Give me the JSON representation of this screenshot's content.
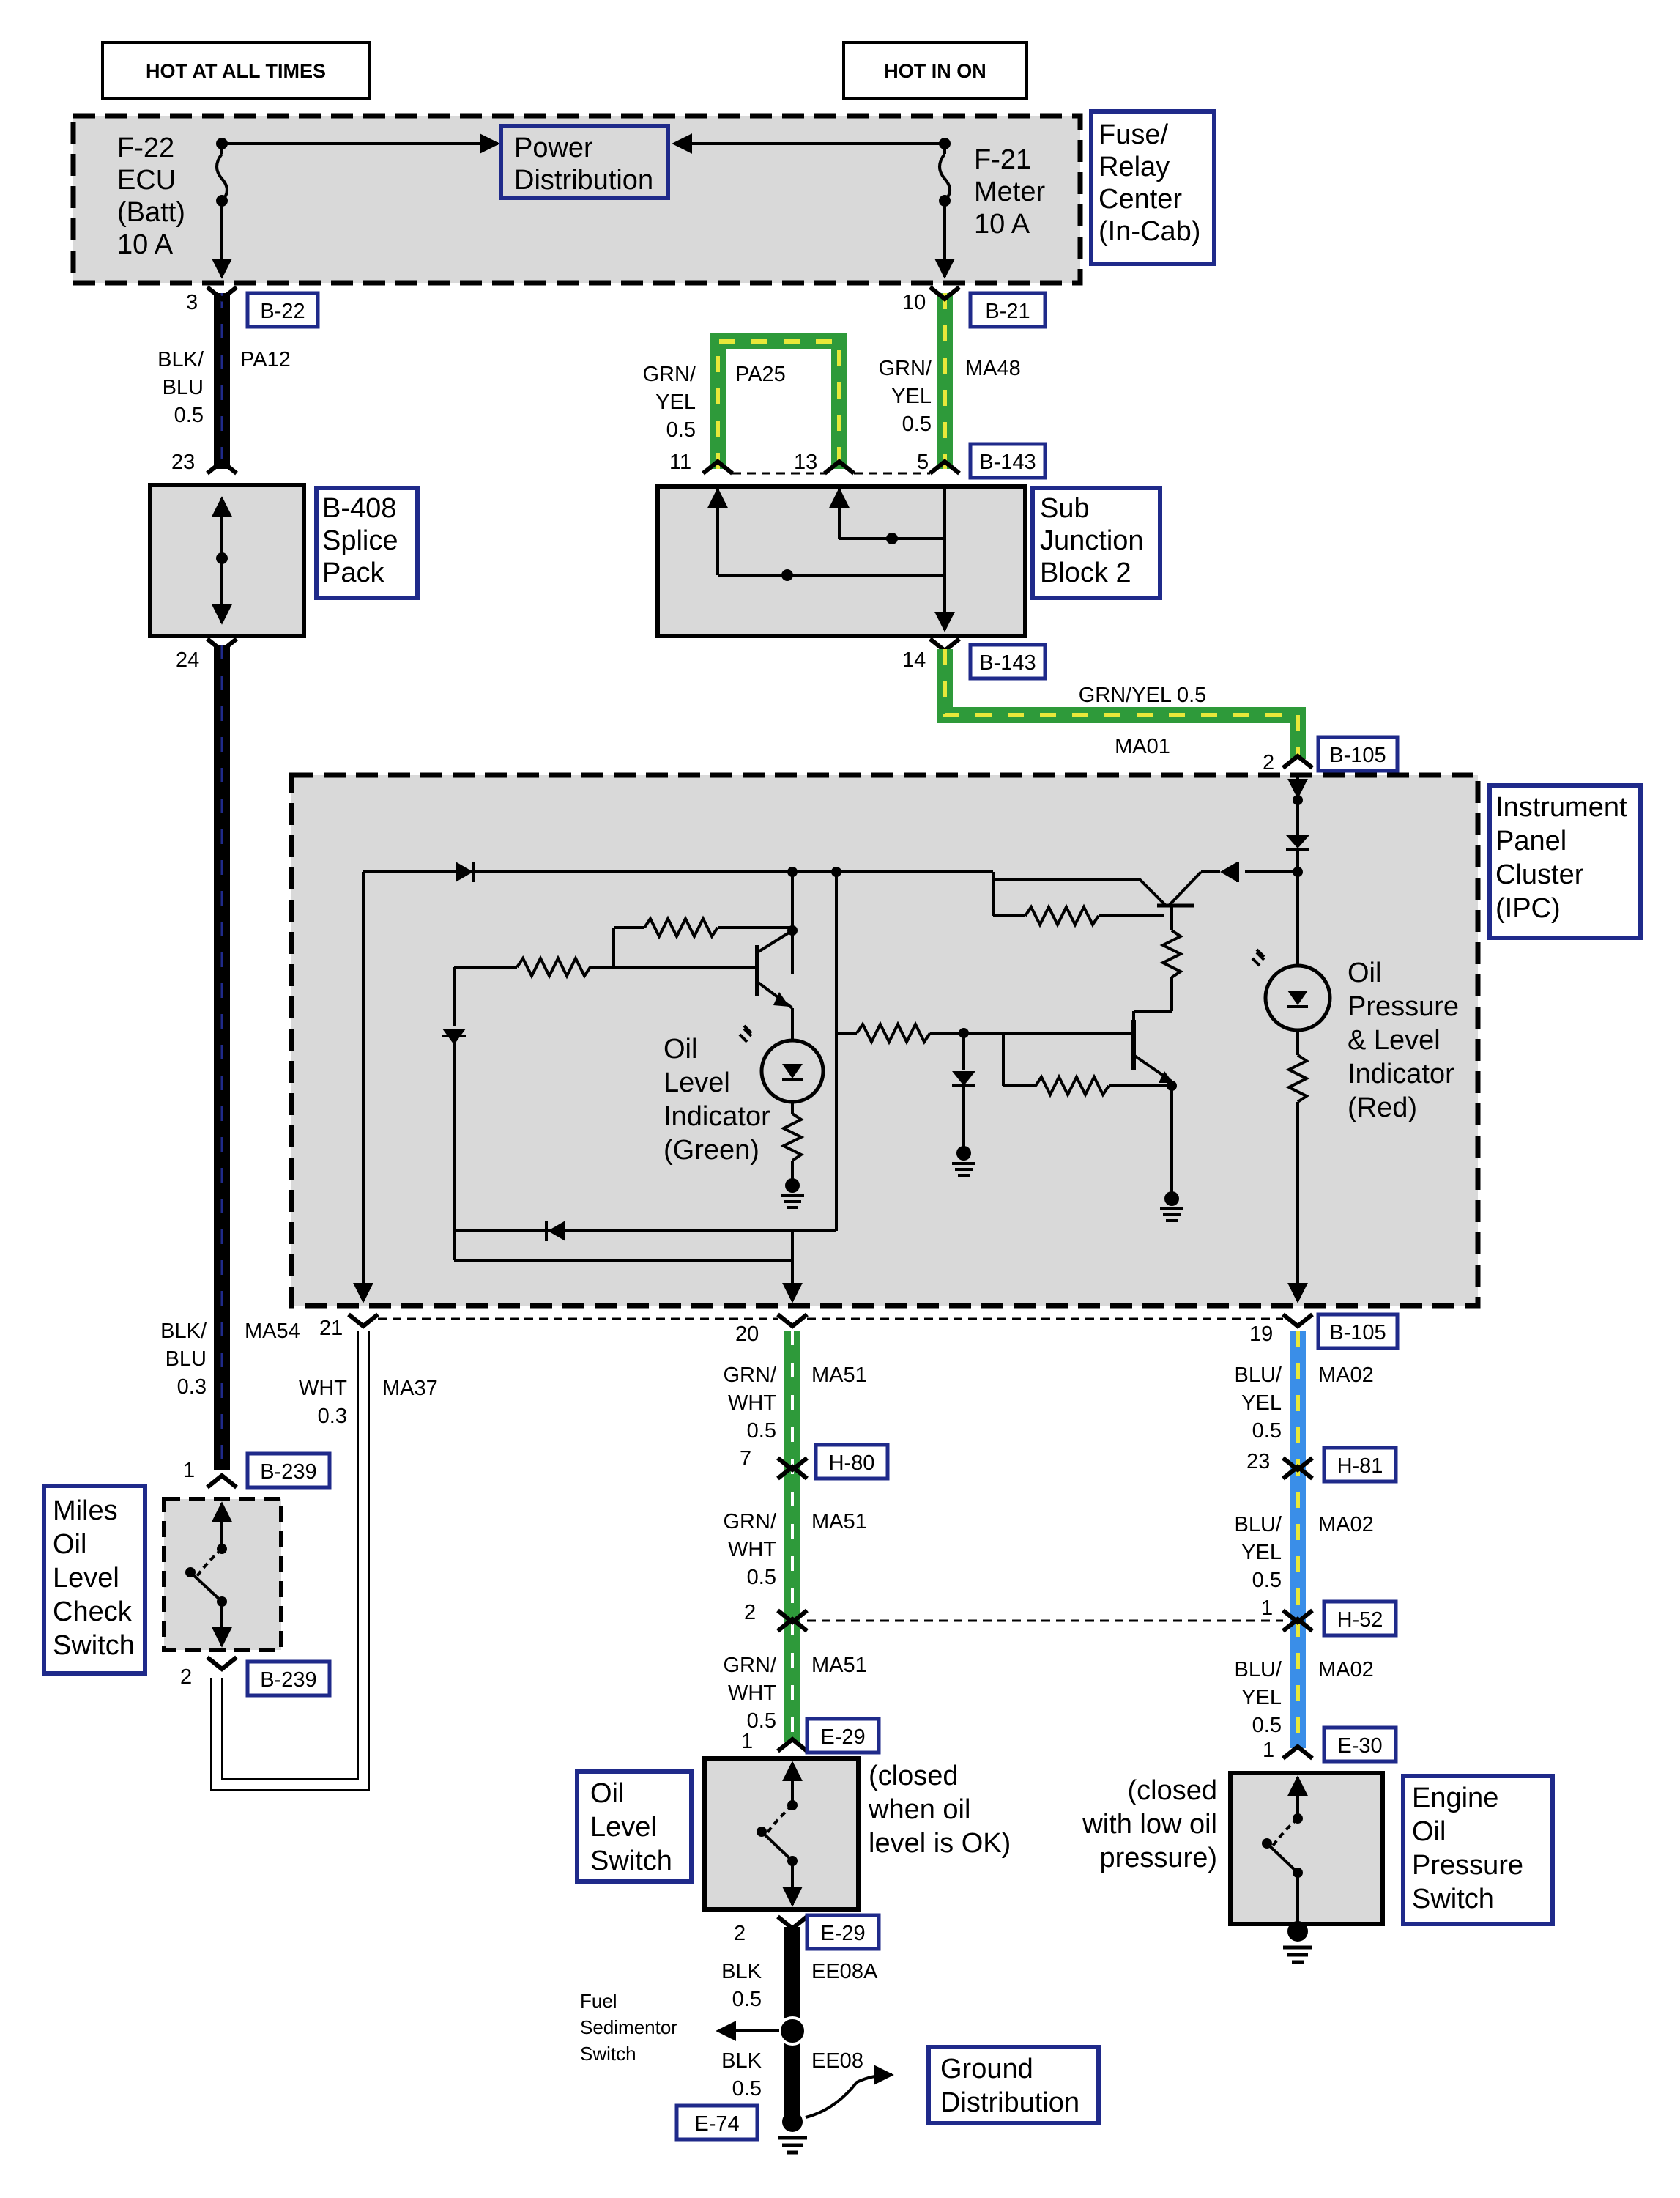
{
  "headers": {
    "hot_all_times": "HOT AT ALL TIMES",
    "hot_in_on": "HOT IN ON"
  },
  "fuse_center": {
    "f22": [
      "F-22",
      "ECU",
      "(Batt)",
      "10 A"
    ],
    "f21": [
      "F-21",
      "Meter",
      "10 A"
    ],
    "power_distribution": [
      "Power",
      "Distribution"
    ],
    "label": [
      "Fuse/",
      "Relay",
      "Center",
      "(In-Cab)"
    ]
  },
  "splice_pack": [
    "B-408",
    "Splice",
    "Pack"
  ],
  "sub_junction": [
    "Sub",
    "Junction",
    "Block 2"
  ],
  "ipc": {
    "label": [
      "Instrument",
      "Panel",
      "Cluster",
      "(IPC)"
    ],
    "oil_level_indicator": [
      "Oil",
      "Level",
      "Indicator",
      "(Green)"
    ],
    "oil_pressure_indicator": [
      "Oil",
      "Pressure",
      "& Level",
      "Indicator",
      "(Red)"
    ]
  },
  "connectors": {
    "b22": "B-22",
    "b21": "B-21",
    "b143a": "B-143",
    "b143b": "B-143",
    "b105a": "B-105",
    "b105b": "B-105",
    "b239a": "B-239",
    "b239b": "B-239",
    "h80": "H-80",
    "h81": "H-81",
    "h52": "H-52",
    "e29a": "E-29",
    "e29b": "E-29",
    "e30": "E-30",
    "e74": "E-74"
  },
  "pins": {
    "p3": "3",
    "p23a": "23",
    "p24": "24",
    "p10": "10",
    "p11": "11",
    "p13": "13",
    "p5": "5",
    "p14": "14",
    "p2a": "2",
    "p21": "21",
    "p20": "20",
    "p19": "19",
    "p1a": "1",
    "p2b": "2",
    "p7": "7",
    "p23b": "23",
    "p2c": "2",
    "p1b": "1",
    "p1c": "1",
    "p1d": "1",
    "p2d": "2"
  },
  "wires": {
    "pa12": {
      "color": [
        "BLK/",
        "BLU",
        "0.5"
      ],
      "circuit": "PA12"
    },
    "pa25": {
      "color": [
        "GRN/",
        "YEL",
        "0.5"
      ],
      "circuit": "PA25"
    },
    "ma48": {
      "color": [
        "GRN/",
        "YEL",
        "0.5"
      ],
      "circuit": "MA48"
    },
    "ma01": {
      "color": "GRN/YEL 0.5",
      "circuit": "MA01"
    },
    "ma54": {
      "color": [
        "BLK/",
        "BLU",
        "0.3"
      ],
      "circuit": "MA54"
    },
    "ma37": {
      "color": [
        "WHT",
        "0.3"
      ],
      "circuit": "MA37"
    },
    "ma51a": {
      "color": [
        "GRN/",
        "WHT",
        "0.5"
      ],
      "circuit": "MA51"
    },
    "ma51b": {
      "color": [
        "GRN/",
        "WHT",
        "0.5"
      ],
      "circuit": "MA51"
    },
    "ma51c": {
      "color": [
        "GRN/",
        "WHT",
        "0.5"
      ],
      "circuit": "MA51"
    },
    "ma02a": {
      "color": [
        "BLU/",
        "YEL",
        "0.5"
      ],
      "circuit": "MA02"
    },
    "ma02b": {
      "color": [
        "BLU/",
        "YEL",
        "0.5"
      ],
      "circuit": "MA02"
    },
    "ma02c": {
      "color": [
        "BLU/",
        "YEL",
        "0.5"
      ],
      "circuit": "MA02"
    },
    "ee08a": {
      "color": [
        "BLK",
        "0.5"
      ],
      "circuit": "EE08A"
    },
    "ee08": {
      "color": [
        "BLK",
        "0.5"
      ],
      "circuit": "EE08"
    }
  },
  "components": {
    "miles_switch": [
      "Miles",
      "Oil",
      "Level",
      "Check",
      "Switch"
    ],
    "oil_level_switch": [
      "Oil",
      "Level",
      "Switch"
    ],
    "oil_level_note": [
      "(closed",
      "when oil",
      "level is OK)"
    ],
    "engine_oil_switch": [
      "Engine",
      "Oil",
      "Pressure",
      "Switch"
    ],
    "engine_oil_note": [
      "(closed",
      "with low oil",
      "pressure)"
    ],
    "fuel_sedimentor": [
      "Fuel",
      "Sedimentor",
      "Switch"
    ],
    "ground_distribution": [
      "Ground",
      "Distribution"
    ]
  },
  "colors": {
    "box_fill": "#d9d9d9",
    "frame_blue": "#1f2a8a",
    "green": "#2e9a3a",
    "yellow": "#e8e83a",
    "blue": "#3a8ee8",
    "black": "#000000",
    "dash_blue": "#1f2a8a"
  }
}
